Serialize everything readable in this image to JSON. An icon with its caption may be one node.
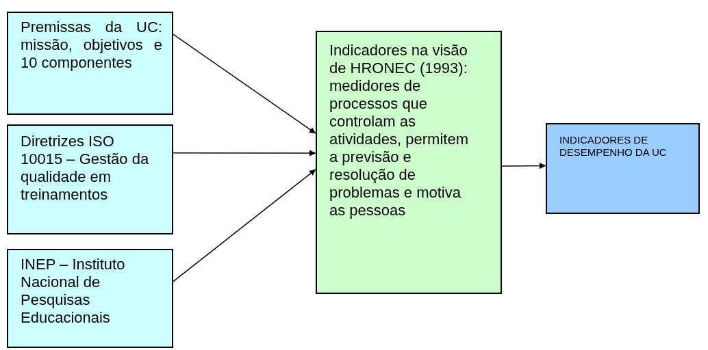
{
  "diagram": {
    "nodes": [
      {
        "text": [
          "Premissas da UC: missão, objetivos e 10 componentes"
        ]
      },
      {
        "text": [
          "Diretrizes ISO 10015 – Gestão da qualidade em treinamentos"
        ]
      },
      {
        "text": [
          "INEP – Instituto Nacional de Pesquisas Educacionais"
        ]
      },
      {
        "text": [
          "Indicadores na visão de HRONEC (1993): medidores de processos que controlam as atividades, permitem a previsão e resolução de problemas e motiva as pessoas"
        ]
      },
      {
        "text": [
          "INDICADORES DE DESEMPENHO DA UC"
        ]
      }
    ],
    "edges": [
      {
        "from": 0,
        "to": 3,
        "arrow": "to"
      },
      {
        "from": 1,
        "to": 3,
        "arrow": "to"
      },
      {
        "from": 2,
        "to": 3,
        "arrow": "to"
      },
      {
        "from": 3,
        "to": 4,
        "arrow": "to"
      }
    ]
  }
}
